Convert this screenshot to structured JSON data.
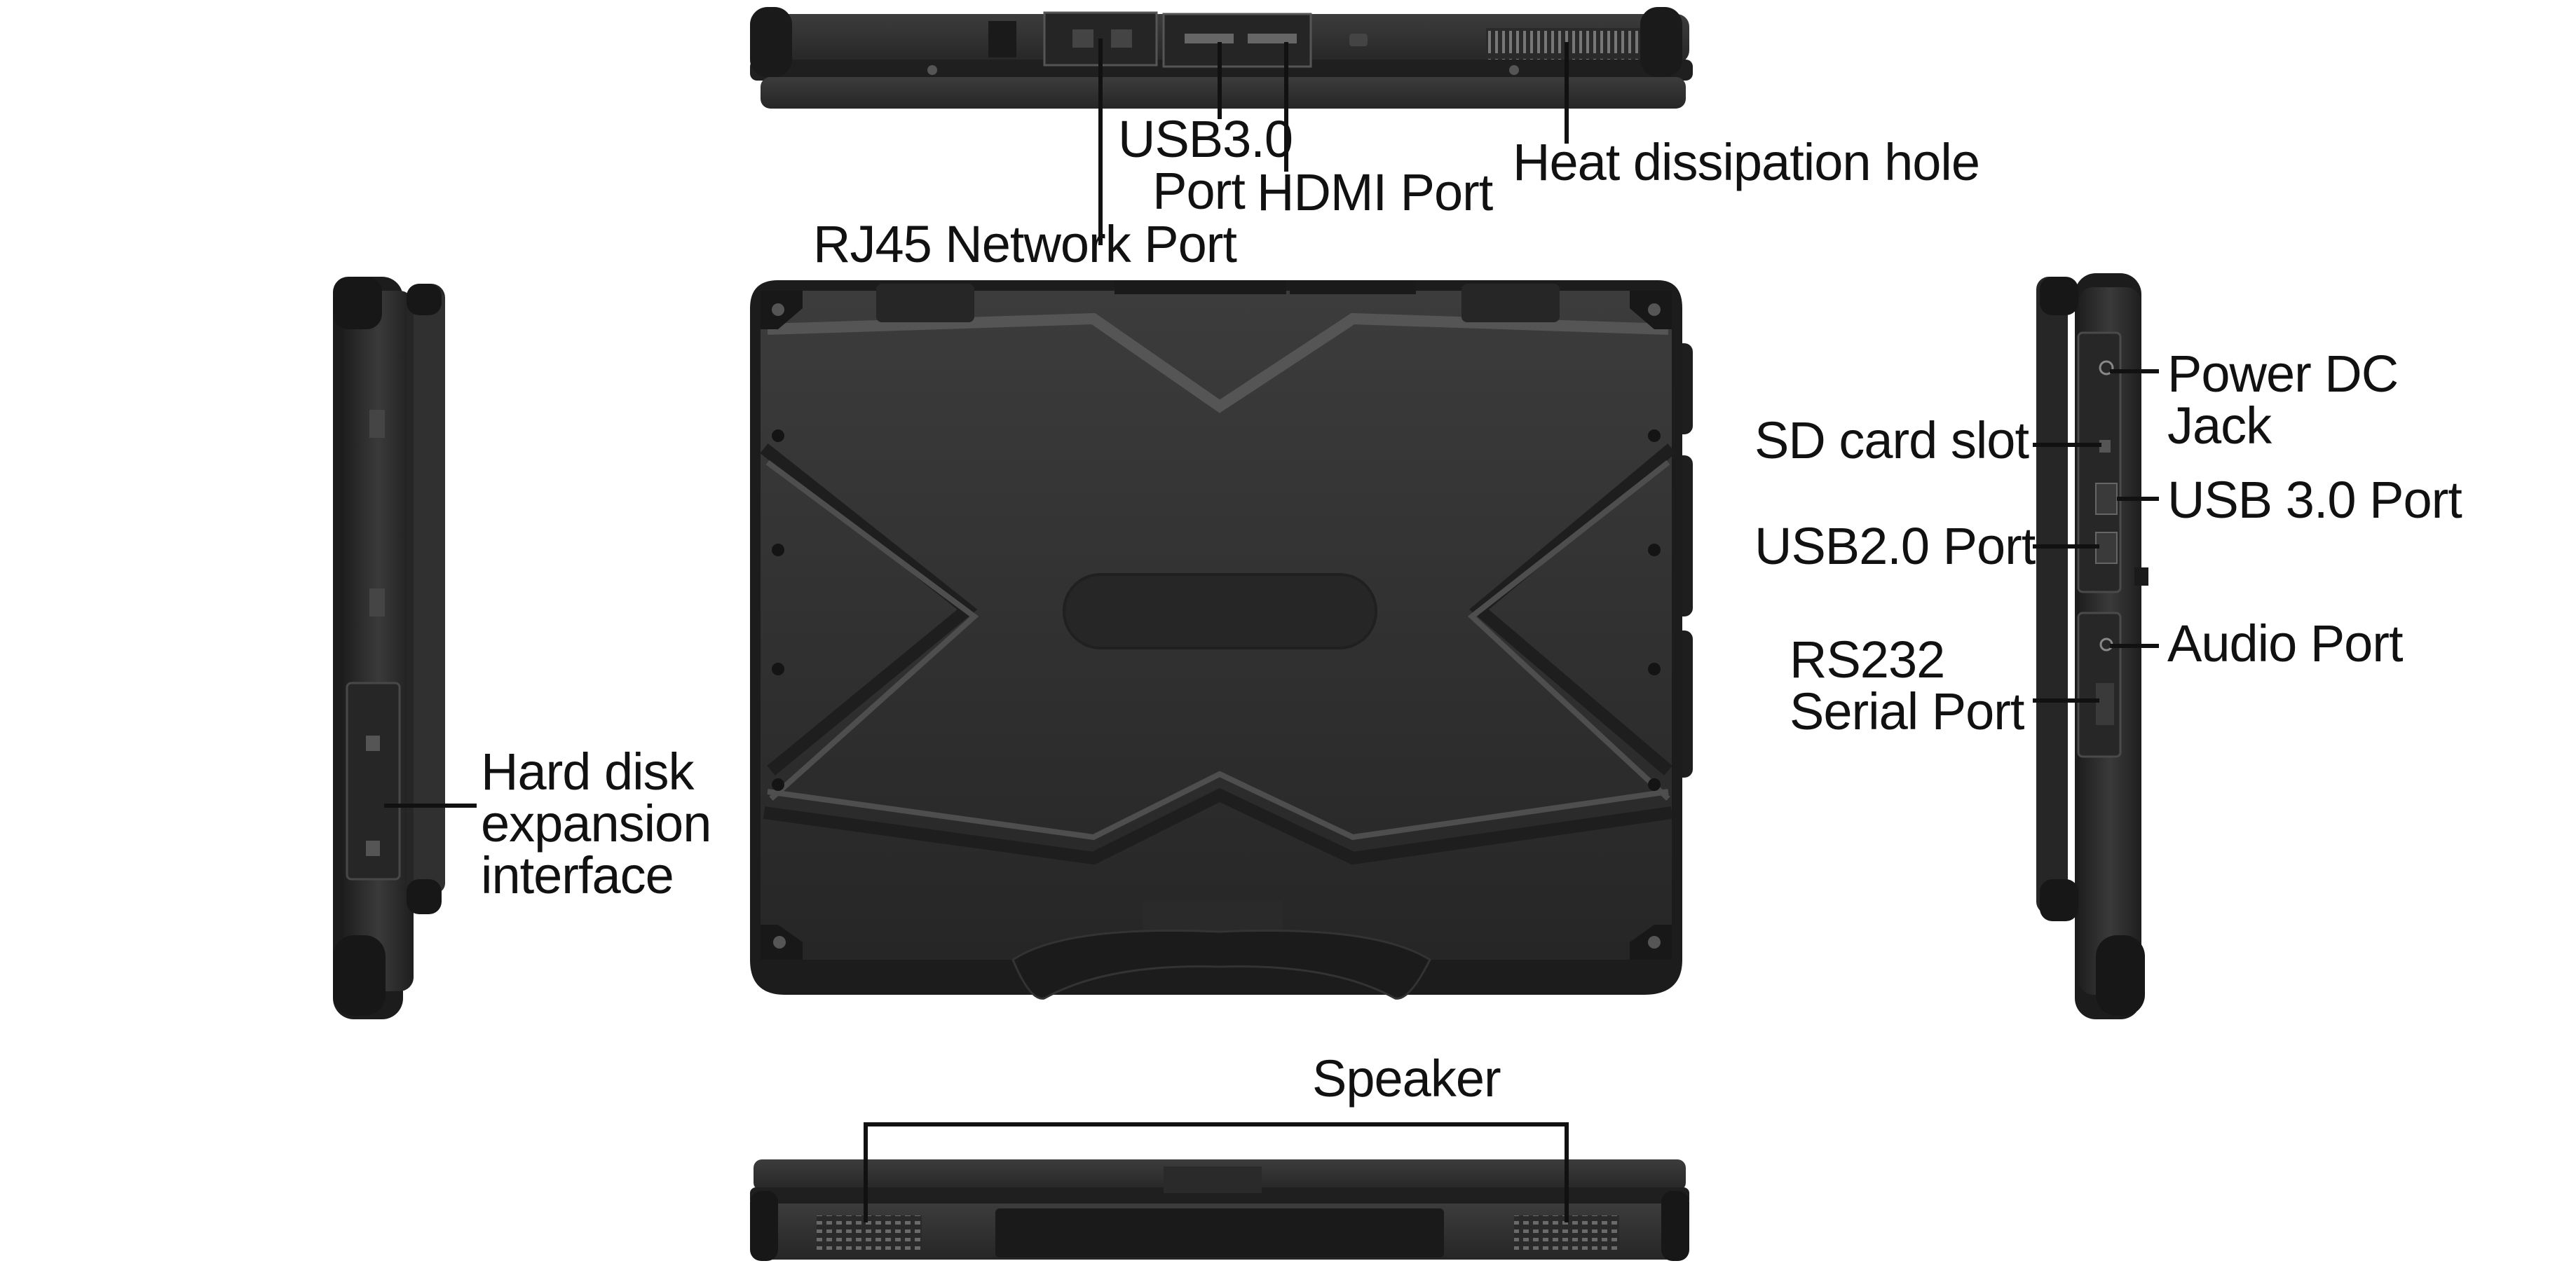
{
  "labels": {
    "usb30_top_line1": "USB3.0",
    "usb30_top_line2": "Port",
    "hdmi": "HDMI Port",
    "heat": "Heat dissipation hole",
    "rj45": "RJ45 Network Port",
    "power_line1": "Power DC",
    "power_line2": "Jack",
    "sd": "SD card slot",
    "usb30_right": "USB 3.0 Port",
    "usb20": "USB2.0 Port",
    "audio": "Audio Port",
    "rs232_line1": "RS232",
    "rs232_line2": "Serial Port",
    "hdd_line1": "Hard disk",
    "hdd_line2": "expansion",
    "hdd_line3": "interface",
    "speaker": "Speaker"
  },
  "colors": {
    "body_dark": "#2b2b2b",
    "body_mid": "#3a3a3a",
    "rubber": "#1a1a1a",
    "accent_stripe": "#5a5a5a",
    "line": "#111111"
  }
}
